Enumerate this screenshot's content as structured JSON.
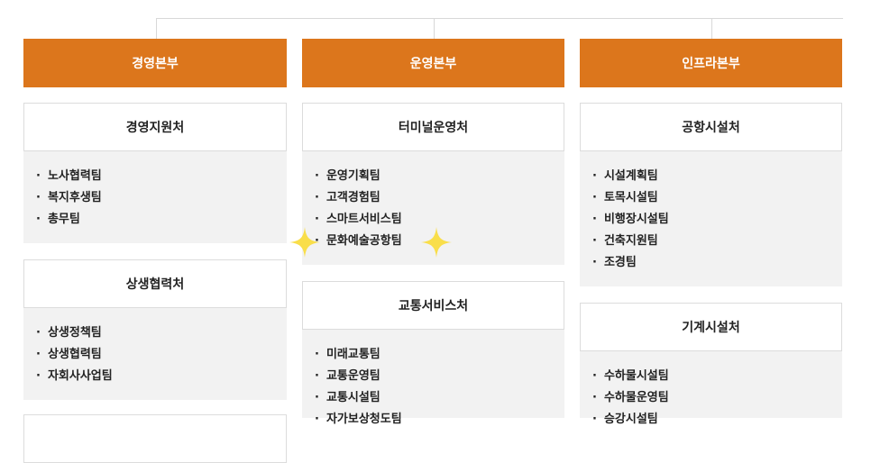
{
  "colors": {
    "division": "#dc761c",
    "team_bg": "#f2f2f2",
    "sparkle": "#f9de4a"
  },
  "divisions": [
    {
      "title": "경영본부",
      "departments": [
        {
          "name": "경영지원처",
          "teams": [
            "노사협력팀",
            "복지후생팀",
            "총무팀"
          ]
        },
        {
          "name": "상생협력처",
          "teams": [
            "상생정책팀",
            "상생협력팀",
            "자회사사업팀"
          ]
        }
      ]
    },
    {
      "title": "운영본부",
      "departments": [
        {
          "name": "터미널운영처",
          "teams": [
            "운영기획팀",
            "고객경험팀",
            "스마트서비스팀",
            "문화예술공항팀"
          ]
        },
        {
          "name": "교통서비스처",
          "teams": [
            "미래교통팀",
            "교통운영팀",
            "교통시설팀",
            "자가보상청도팀"
          ]
        }
      ]
    },
    {
      "title": "인프라본부",
      "departments": [
        {
          "name": "공항시설처",
          "teams": [
            "시설계획팀",
            "토목시설팀",
            "비행장시설팀",
            "건축지원팀",
            "조경팀"
          ]
        },
        {
          "name": "기계시설처",
          "teams": [
            "수하물시설팀",
            "수하물운영팀",
            "승강시설팀"
          ]
        }
      ]
    }
  ]
}
